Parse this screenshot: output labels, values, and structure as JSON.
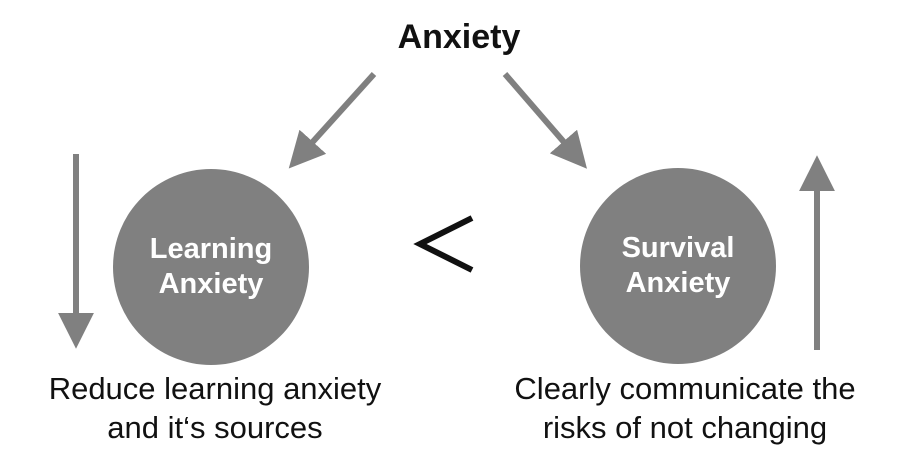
{
  "title": "Anxiety",
  "left": {
    "circle_line1": "Learning",
    "circle_line2": "Anxiety",
    "caption_line1": "Reduce learning anxiety",
    "caption_line2": "and it‘s sources"
  },
  "right": {
    "circle_line1": "Survival",
    "circle_line2": "Anxiety",
    "caption_line1": "Clearly communicate the",
    "caption_line2": "risks of not changing"
  },
  "relation": "less-than",
  "colors": {
    "circle_fill": "#808080",
    "arrow": "#808080",
    "text": "#111111",
    "circle_text": "#ffffff"
  }
}
